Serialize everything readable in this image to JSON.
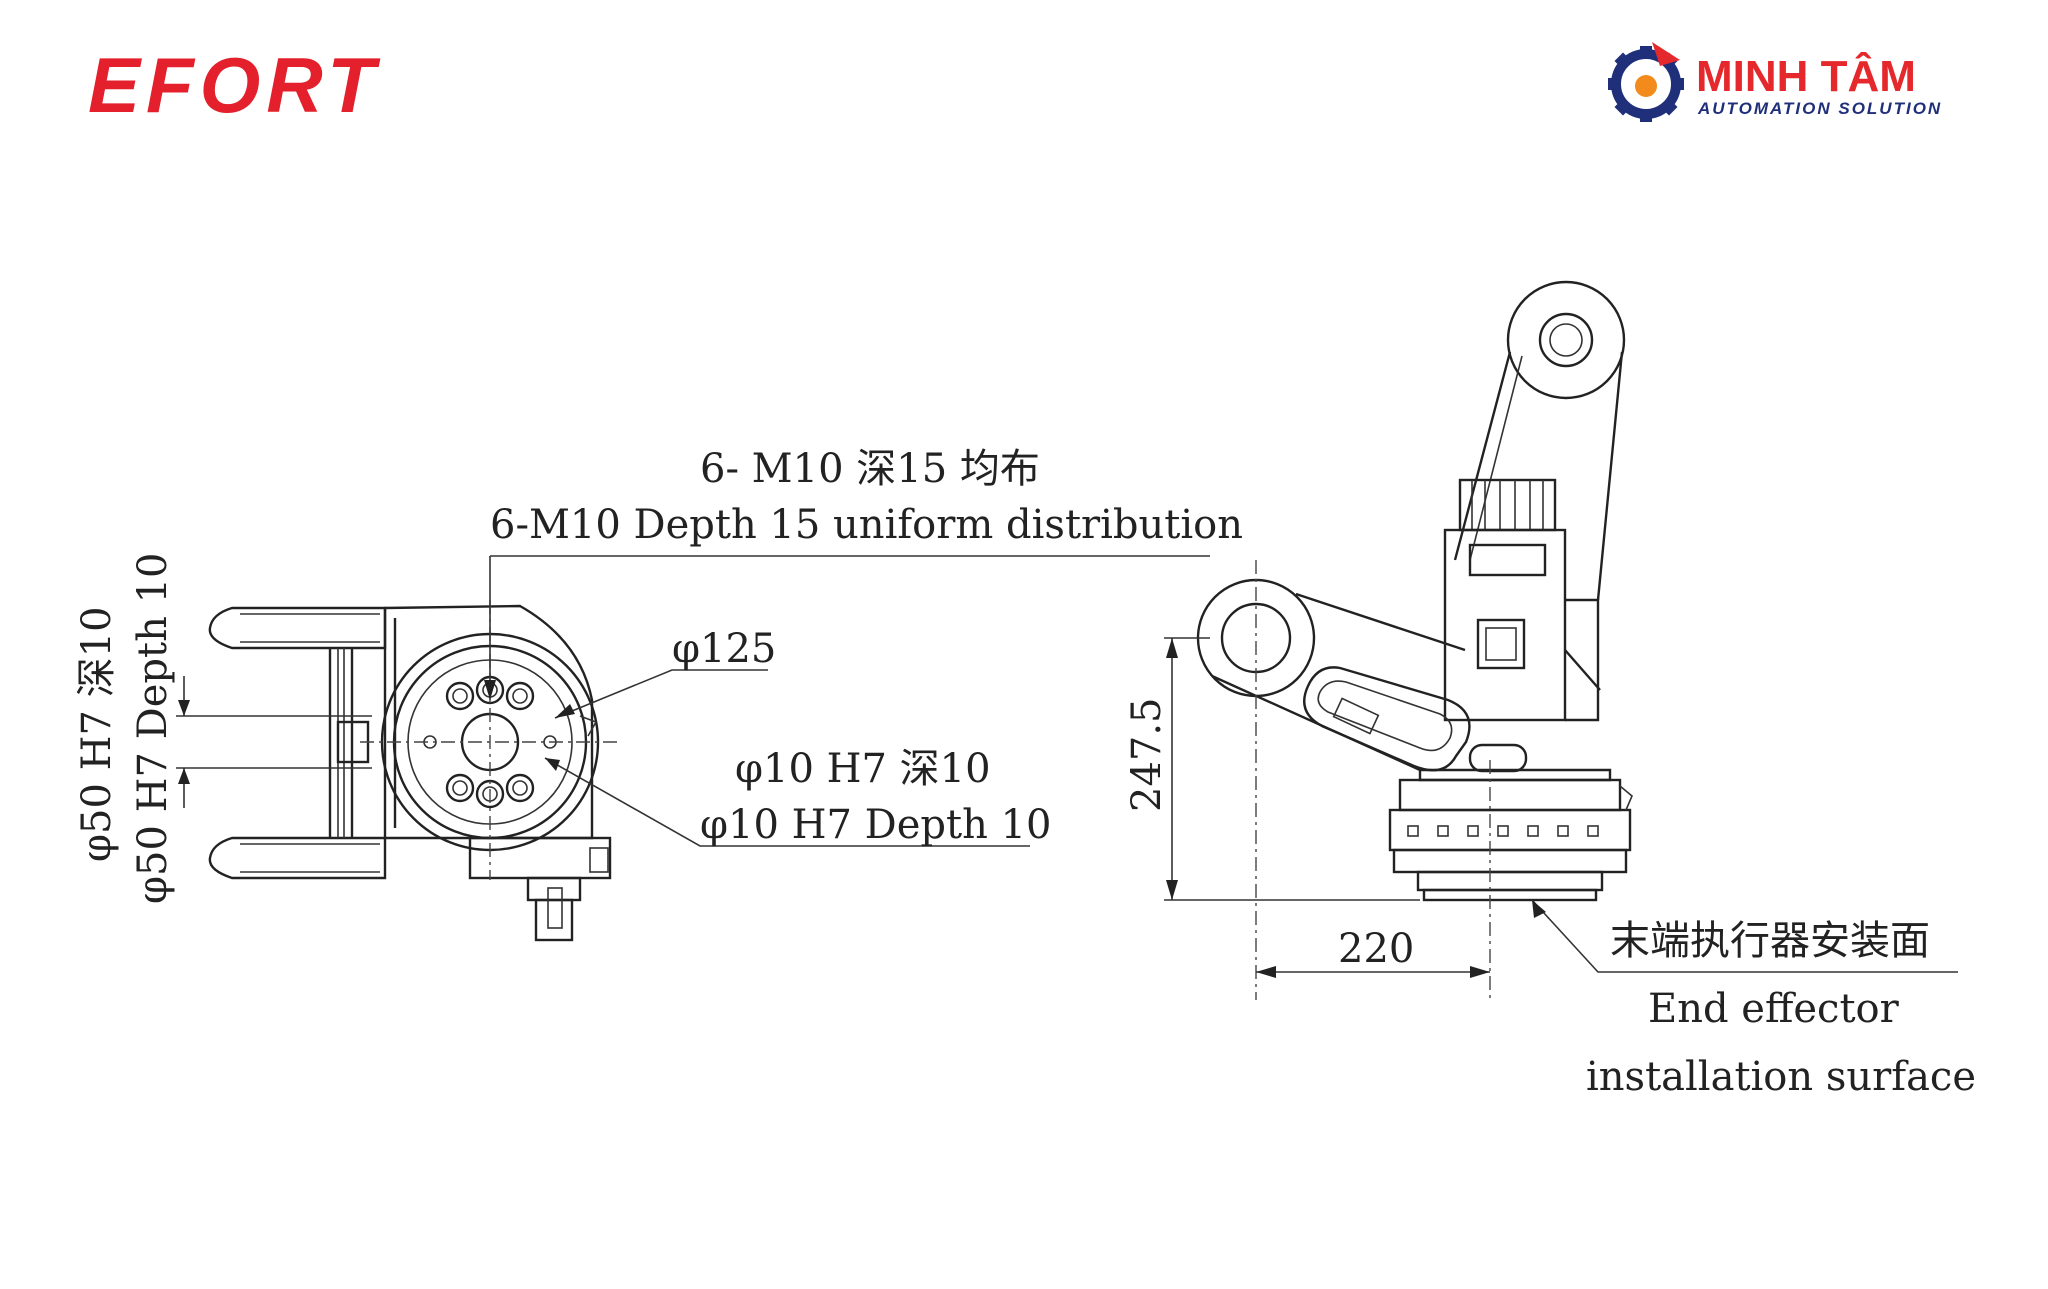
{
  "logos": {
    "left_brand": "EFORT",
    "right_brand_title": "MINH TÂM",
    "right_brand_subtitle": "AUTOMATION SOLUTION"
  },
  "annotations": {
    "bolt_cn": "6- M10 深15 均布",
    "bolt_en": "6-M10 Depth 15 uniform distribution",
    "flange_dia": "φ125",
    "pin_cn": "φ10 H7 深10",
    "pin_en": "φ10 H7 Depth 10",
    "bore_cn": "φ50 H7 深10",
    "bore_en": "φ50 H7 Depth 10",
    "height_dim": "247.5",
    "width_dim": "220",
    "surface_cn": "末端执行器安装面",
    "surface_en_1": "End effector",
    "surface_en_2": "installation surface"
  },
  "colors": {
    "efort_red": "#E3202B",
    "minh_tam_red": "#E5282C",
    "minh_tam_blue": "#1F2F7A",
    "gear_orange": "#F28A1C",
    "line": "#222222"
  }
}
